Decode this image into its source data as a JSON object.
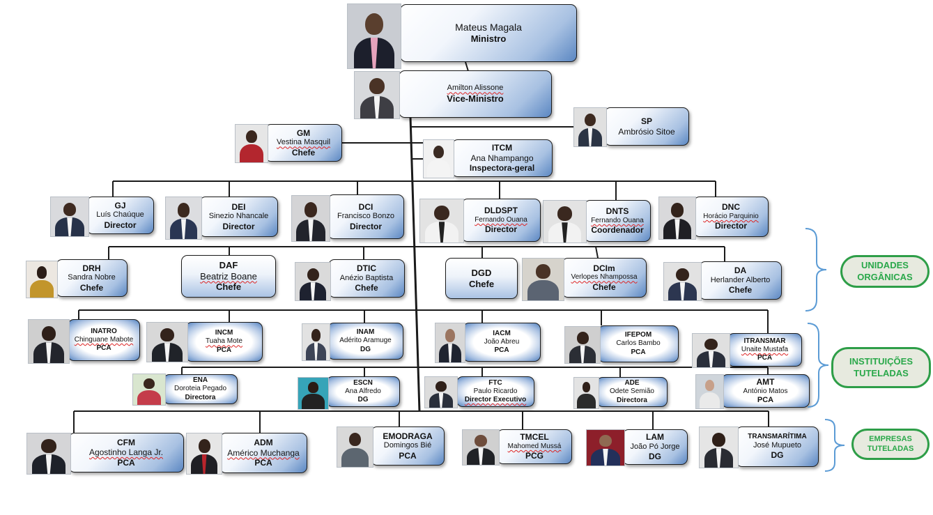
{
  "colors": {
    "box_gradient_dark": "#5b87c2",
    "line": "#1a1a1a",
    "category_green": "#2aa84a",
    "category_bg": "#e7eadf"
  },
  "minister": {
    "name": "Mateus Magala",
    "role": "Ministro"
  },
  "vice_minister": {
    "name": "Amilton Alissone",
    "role": "Vice-Ministro"
  },
  "gm": {
    "unit": "GM",
    "name": "Vestina Masquil",
    "role": "Chefe"
  },
  "sp": {
    "unit": "SP",
    "name": "Ambrósio Sitoe"
  },
  "itcm": {
    "unit": "ITCM",
    "name": "Ana Nhampango",
    "role": "Inspectora-geral"
  },
  "row_directors": [
    {
      "unit": "GJ",
      "name": "Luís Chaúque",
      "role": "Director"
    },
    {
      "unit": "DEI",
      "name": "Sinezio Nhancale",
      "role": "Director"
    },
    {
      "unit": "DCI",
      "name": "Francisco Bonzo",
      "role": "Director"
    },
    {
      "unit": "DLDSPT",
      "name": "Fernando Ouana",
      "role": "Director"
    },
    {
      "unit": "DNTS",
      "name": "Fernando Ouana",
      "role": "Coordenador"
    },
    {
      "unit": "DNC",
      "name": "Horácio Parquinio",
      "role": "Director"
    }
  ],
  "row_chefes": [
    {
      "unit": "DRH",
      "name": "Sandra Nobre",
      "role": "Chefe"
    },
    {
      "unit": "DAF",
      "name": "Beatriz Boane",
      "role": "Chefe"
    },
    {
      "unit": "DTIC",
      "name": "Anézio Baptista",
      "role": "Chefe"
    },
    {
      "unit": "DGD",
      "role": "Chefe"
    },
    {
      "unit": "DCIm",
      "name": "Verlopes Nhampossa",
      "role": "Chefe"
    },
    {
      "unit": "DA",
      "name": "Herlander Alberto",
      "role": "Chefe"
    }
  ],
  "institutions_row1": [
    {
      "unit": "INATRO",
      "name": "Chinguane Mabote",
      "role": "PCA"
    },
    {
      "unit": "INCM",
      "name": "Tuaha Mote",
      "role": "PCA"
    },
    {
      "unit": "INAM",
      "name": "Adérito Aramuge",
      "role": "DG"
    },
    {
      "unit": "IACM",
      "name": "João Abreu",
      "role": "PCA"
    },
    {
      "unit": "IFEPOM",
      "name": "Carlos Bambo",
      "role": "PCA"
    },
    {
      "unit": "ITRANSMAR",
      "name": "Unaite Mustafa",
      "role": "PCA"
    }
  ],
  "institutions_row2": [
    {
      "unit": "ENA",
      "name": "Doroteia Pegado",
      "role": "Directora"
    },
    {
      "unit": "ESCN",
      "name": "Ana Alfredo",
      "role": "DG"
    },
    {
      "unit": "FTC",
      "name": "Paulo Ricardo",
      "role": "Director Executivo"
    },
    {
      "unit": "ADE",
      "name": "Odete Semião",
      "role": "Directora"
    },
    {
      "unit": "AMT",
      "name": "António Matos",
      "role": "PCA"
    }
  ],
  "companies": [
    {
      "unit": "CFM",
      "name": "Agostinho Langa Jr.",
      "role": "PCA"
    },
    {
      "unit": "ADM",
      "name": "Américo Muchanga",
      "role": "PCA"
    },
    {
      "unit": "EMODRAGA",
      "name": "Domingos Bié",
      "role": "PCA"
    },
    {
      "unit": "TMCEL",
      "name": "Mahomed Mussá",
      "role": "PCG"
    },
    {
      "unit": "LAM",
      "name": "João Pó Jorge",
      "role": "DG"
    },
    {
      "unit": "TRANSMARÍTIMA",
      "name": "José Mupueto",
      "role": "DG"
    }
  ],
  "categories": {
    "unidades": [
      "UNIDADES",
      "ORGÂNICAS"
    ],
    "instituicoes": [
      "INSTITUIÇÕES",
      "TUTELADAS"
    ],
    "empresas": [
      "EMPRESAS",
      "TUTELADAS"
    ]
  }
}
